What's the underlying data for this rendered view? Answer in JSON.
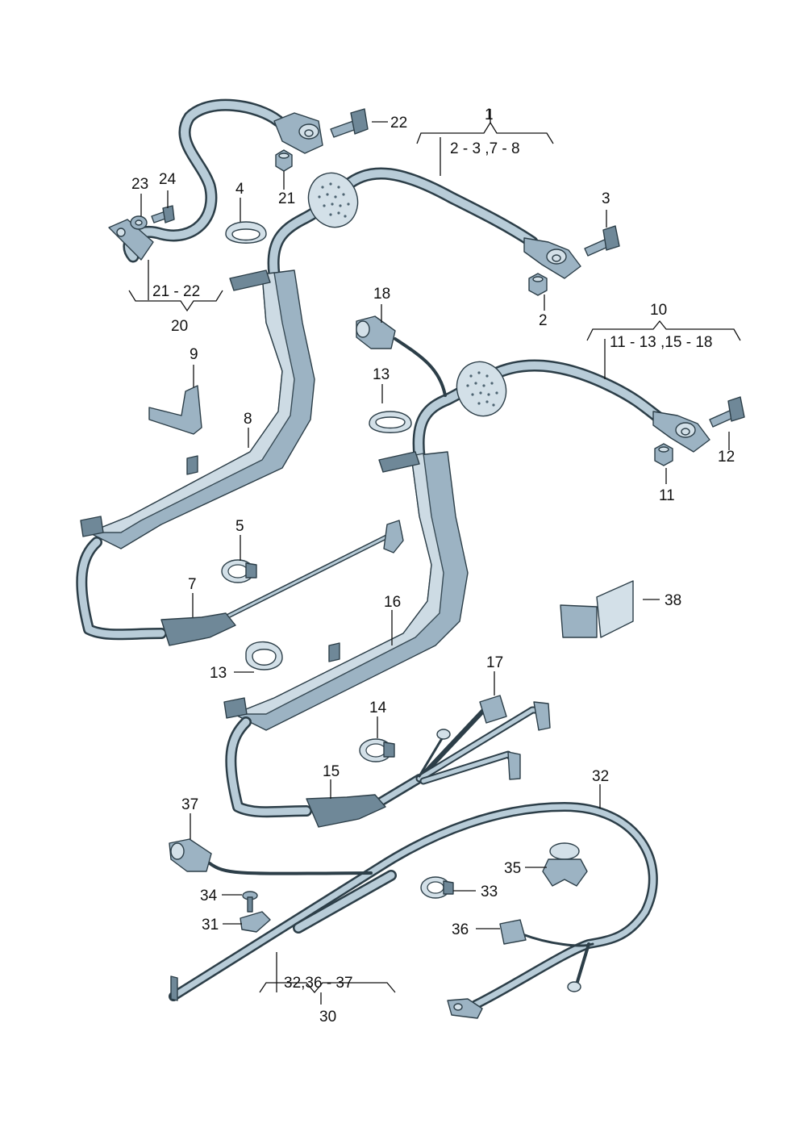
{
  "callouts": {
    "c1": "1",
    "c1_range": "2 - 3 ,7 - 8",
    "c2": "2",
    "c3": "3",
    "c4": "4",
    "c5": "5",
    "c7": "7",
    "c8": "8",
    "c9": "9",
    "c10": "10",
    "c10_range": "11 - 13 ,15 - 18",
    "c11": "11",
    "c12": "12",
    "c13a": "13",
    "c13b": "13",
    "c14": "14",
    "c15": "15",
    "c16": "16",
    "c17": "17",
    "c18": "18",
    "c20": "20",
    "c20_range": "21 - 22",
    "c21": "21",
    "c22": "22",
    "c23": "23",
    "c24": "24",
    "c30": "30",
    "c30_range": "32,36 - 37",
    "c31": "31",
    "c32": "32",
    "c33": "33",
    "c34": "34",
    "c35": "35",
    "c36": "36",
    "c37": "37",
    "c38": "38"
  },
  "colors": {
    "outline": "#2c3e48",
    "fill": "#9cb3c3",
    "highlight": "#d3e0e8",
    "shade": "#6f8898"
  }
}
